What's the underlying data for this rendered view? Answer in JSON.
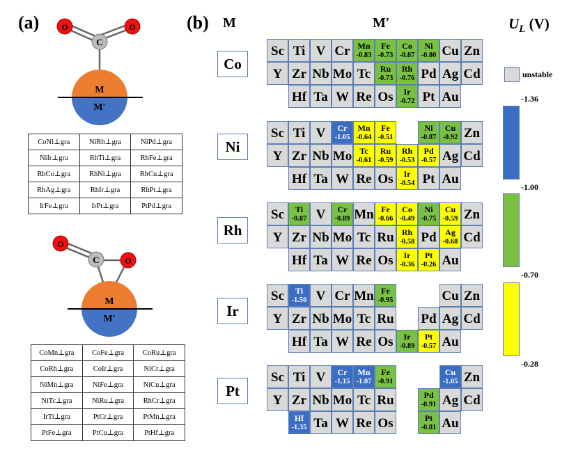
{
  "panel_a_label": "(a)",
  "panel_b_label": "(b)",
  "col_M": "M",
  "col_Mprime": "M′",
  "ul_title_main": "U",
  "ul_title_sub": "L",
  "ul_title_unit": " (V)",
  "atoms": {
    "O": "O",
    "C": "C",
    "M": "M",
    "Mprime": "M′"
  },
  "table_top": [
    [
      "CoNi⊥gra",
      "NiRh⊥gra",
      "NiPd⊥gra"
    ],
    [
      "NiIr⊥gra",
      "RhTi⊥gra",
      "RhFe⊥gra"
    ],
    [
      "RhCo⊥gra",
      "RhNi⊥gra",
      "RhCu⊥gra"
    ],
    [
      "RhAg⊥gra",
      "RhIr⊥gra",
      "RhPt⊥gra"
    ],
    [
      "IrFe⊥gra",
      "IrPt⊥gra",
      "PtPd⊥gra"
    ]
  ],
  "table_bottom": [
    [
      "CoMn⊥gra",
      "CoFe⊥gra",
      "CoRu⊥gra"
    ],
    [
      "CoRh⊥gra",
      "CoIr⊥gra",
      "NiCr⊥gra"
    ],
    [
      "NiMn⊥gra",
      "NiFe⊥gra",
      "NiCu⊥gra"
    ],
    [
      "NiTc⊥gra",
      "NiRu⊥gra",
      "RhCr⊥gra"
    ],
    [
      "IrTi⊥gra",
      "PtCr⊥gra",
      "PtMn⊥gra"
    ],
    [
      "PtFe⊥gra",
      "PtCu⊥gra",
      "PtHf⊥gra"
    ]
  ],
  "legend": {
    "unstable_label": "unstable",
    "ticks": [
      "-1.36",
      "-1.00",
      "-0.70",
      "-0.28"
    ],
    "colors": {
      "blue": "#3c6dc4",
      "green": "#7ac143",
      "yellow": "#ffff00",
      "gray": "#d9d9d9"
    }
  },
  "groups": [
    {
      "metal": "Co",
      "rows": [
        [
          {
            "s": "Sc"
          },
          {
            "s": "Ti"
          },
          {
            "s": "V"
          },
          {
            "s": "Cr"
          },
          {
            "s": "Mn",
            "v": "-0.83",
            "c": "green"
          },
          {
            "s": "Fe",
            "v": "-0.73",
            "c": "green"
          },
          {
            "s": "Co",
            "v": "-0.87",
            "c": "green"
          },
          {
            "s": "Ni",
            "v": "-0.80",
            "c": "green"
          },
          {
            "s": "Cu"
          },
          {
            "s": "Zn"
          }
        ],
        [
          {
            "s": "Y"
          },
          {
            "s": "Zr"
          },
          {
            "s": "Nb"
          },
          {
            "s": "Mo"
          },
          {
            "s": "Tc"
          },
          {
            "s": "Ru",
            "v": "-0.73",
            "c": "green"
          },
          {
            "s": "Rh",
            "v": "-0.76",
            "c": "green"
          },
          {
            "s": "Pd"
          },
          {
            "s": "Ag"
          },
          {
            "s": "Cd"
          }
        ],
        [
          null,
          {
            "s": "Hf"
          },
          {
            "s": "Ta"
          },
          {
            "s": "W"
          },
          {
            "s": "Re"
          },
          {
            "s": "Os"
          },
          {
            "s": "Ir",
            "v": "-0.72",
            "c": "green"
          },
          {
            "s": "Pt"
          },
          {
            "s": "Au"
          },
          null
        ]
      ]
    },
    {
      "metal": "Ni",
      "rows": [
        [
          {
            "s": "Sc"
          },
          {
            "s": "Ti"
          },
          {
            "s": "V"
          },
          {
            "s": "Cr",
            "v": "-1.05",
            "c": "blue"
          },
          {
            "s": "Mn",
            "v": "-0.64",
            "c": "yellow"
          },
          {
            "s": "Fe",
            "v": "-0.51",
            "c": "yellow"
          },
          null,
          {
            "s": "Ni",
            "v": "-0.87",
            "c": "green"
          },
          {
            "s": "Cu",
            "v": "-0.92",
            "c": "green"
          },
          {
            "s": "Zn"
          }
        ],
        [
          {
            "s": "Y"
          },
          {
            "s": "Zr"
          },
          {
            "s": "Nb"
          },
          {
            "s": "Mo"
          },
          {
            "s": "Tc",
            "v": "-0.61",
            "c": "yellow"
          },
          {
            "s": "Ru",
            "v": "-0.59",
            "c": "yellow"
          },
          {
            "s": "Rh",
            "v": "-0.53",
            "c": "yellow"
          },
          {
            "s": "Pd",
            "v": "-0.57",
            "c": "yellow"
          },
          {
            "s": "Ag"
          },
          {
            "s": "Cd"
          }
        ],
        [
          null,
          {
            "s": "Hf"
          },
          {
            "s": "Ta"
          },
          {
            "s": "W"
          },
          {
            "s": "Re"
          },
          {
            "s": "Os"
          },
          {
            "s": "Ir",
            "v": "-0.54",
            "c": "yellow"
          },
          {
            "s": "Pt"
          },
          {
            "s": "Au"
          },
          null
        ]
      ]
    },
    {
      "metal": "Rh",
      "rows": [
        [
          {
            "s": "Sc"
          },
          {
            "s": "Ti",
            "v": "-0.87",
            "c": "green"
          },
          {
            "s": "V"
          },
          {
            "s": "Cr",
            "v": "-0.89",
            "c": "green"
          },
          {
            "s": "Mn"
          },
          {
            "s": "Fe",
            "v": "-0.66",
            "c": "yellow"
          },
          {
            "s": "Co",
            "v": "-0.49",
            "c": "yellow"
          },
          {
            "s": "Ni",
            "v": "-0.75",
            "c": "green"
          },
          {
            "s": "Cu",
            "v": "-0.59",
            "c": "yellow"
          },
          {
            "s": "Zn"
          }
        ],
        [
          {
            "s": "Y"
          },
          {
            "s": "Zr"
          },
          {
            "s": "Nb"
          },
          {
            "s": "Mo"
          },
          {
            "s": "Tc"
          },
          {
            "s": "Ru"
          },
          {
            "s": "Rh",
            "v": "-0.58",
            "c": "yellow"
          },
          {
            "s": "Pd"
          },
          {
            "s": "Ag",
            "v": "-0.68",
            "c": "yellow"
          },
          {
            "s": "Cd"
          }
        ],
        [
          null,
          {
            "s": "Hf"
          },
          {
            "s": "Ta"
          },
          {
            "s": "W"
          },
          {
            "s": "Re"
          },
          {
            "s": "Os"
          },
          {
            "s": "Ir",
            "v": "-0.36",
            "c": "yellow"
          },
          {
            "s": "Pt",
            "v": "-0.26",
            "c": "yellow"
          },
          {
            "s": "Au"
          },
          null
        ]
      ]
    },
    {
      "metal": "Ir",
      "rows": [
        [
          {
            "s": "Sc"
          },
          {
            "s": "Ti",
            "v": "-1.56",
            "c": "blue"
          },
          {
            "s": "V"
          },
          {
            "s": "Cr"
          },
          {
            "s": "Mn"
          },
          {
            "s": "Fe",
            "v": "-0.95",
            "c": "green"
          },
          null,
          null,
          {
            "s": "Cu"
          },
          {
            "s": "Zn"
          }
        ],
        [
          {
            "s": "Y"
          },
          {
            "s": "Zr"
          },
          {
            "s": "Nb"
          },
          {
            "s": "Mo"
          },
          {
            "s": "Tc"
          },
          {
            "s": "Ru"
          },
          null,
          {
            "s": "Pd"
          },
          {
            "s": "Ag"
          },
          {
            "s": "Cd"
          }
        ],
        [
          null,
          {
            "s": "Hf"
          },
          {
            "s": "Ta"
          },
          {
            "s": "W"
          },
          {
            "s": "Re"
          },
          {
            "s": "Os"
          },
          {
            "s": "Ir",
            "v": "-0.89",
            "c": "green"
          },
          {
            "s": "Pt",
            "v": "-0.57",
            "c": "yellow"
          },
          {
            "s": "Au"
          },
          null
        ]
      ]
    },
    {
      "metal": "Pt",
      "rows": [
        [
          {
            "s": "Sc"
          },
          {
            "s": "Ti"
          },
          {
            "s": "V"
          },
          {
            "s": "Cr",
            "v": "-1.15",
            "c": "blue"
          },
          {
            "s": "Mn",
            "v": "-1.07",
            "c": "blue"
          },
          {
            "s": "Fe",
            "v": "-0.91",
            "c": "green"
          },
          null,
          null,
          {
            "s": "Cu",
            "v": "-1.05",
            "c": "blue"
          },
          {
            "s": "Zn"
          }
        ],
        [
          {
            "s": "Y"
          },
          {
            "s": "Zr"
          },
          {
            "s": "Nb"
          },
          {
            "s": "Mo"
          },
          {
            "s": "Tc"
          },
          {
            "s": "Ru"
          },
          null,
          {
            "s": "Pd",
            "v": "-0.91",
            "c": "green"
          },
          {
            "s": "Ag"
          },
          {
            "s": "Cd"
          }
        ],
        [
          null,
          {
            "s": "Hf",
            "v": "-1.35",
            "c": "blue"
          },
          {
            "s": "Ta"
          },
          {
            "s": "W"
          },
          {
            "s": "Re"
          },
          {
            "s": "Os"
          },
          null,
          {
            "s": "Pt",
            "v": "-0.81",
            "c": "green"
          },
          {
            "s": "Au"
          },
          null
        ]
      ]
    }
  ]
}
